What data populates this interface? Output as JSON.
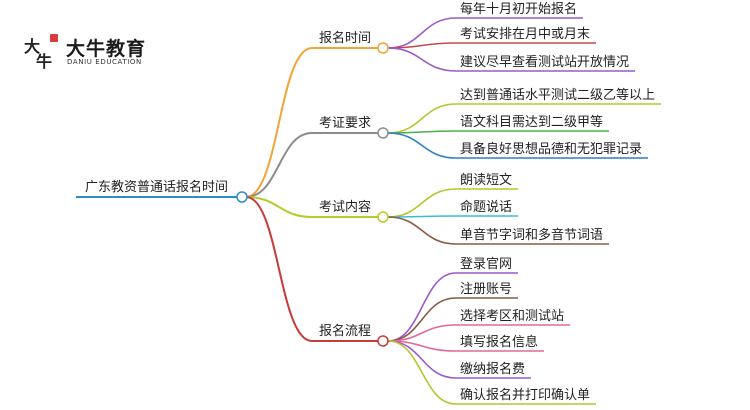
{
  "brand": {
    "name": "大牛教育",
    "subtitle": "DANIU EDUCATION",
    "mark": "大牛"
  },
  "mindmap": {
    "root": "广东教资普通话报名时间",
    "colors": {
      "root": "#2a8fc8",
      "branch1": "#f2a43a",
      "branch2": "#8c8c8c",
      "branch3": "#b7cc2a",
      "branch4": "#c93a3a",
      "leaf_purple": "#9b59c9",
      "leaf_red": "#c44a4a",
      "leaf_green": "#4caf50",
      "leaf_olive": "#b8c62d",
      "leaf_blue": "#2f7fc8",
      "leaf_teal": "#35bfd6",
      "leaf_brown": "#8a5a44",
      "leaf_pink": "#e0689a",
      "leaf_orange": "#f0a23a"
    },
    "branches": [
      {
        "label": "报名时间",
        "leaves": [
          "每年十月初开始报名",
          "考试安排在月中或月末",
          "建议尽早查看测试站开放情况"
        ]
      },
      {
        "label": "考证要求",
        "leaves": [
          "达到普通话水平测试二级乙等以上",
          "语文科目需达到二级甲等",
          "具备良好思想品德和无犯罪记录"
        ]
      },
      {
        "label": "考试内容",
        "leaves": [
          "朗读短文",
          "命题说话",
          "单音节字词和多音节词语"
        ]
      },
      {
        "label": "报名流程",
        "leaves": [
          "登录官网",
          "注册账号",
          "选择考区和测试站",
          "填写报名信息",
          "缴纳报名费",
          "确认报名并打印确认单"
        ]
      }
    ]
  }
}
